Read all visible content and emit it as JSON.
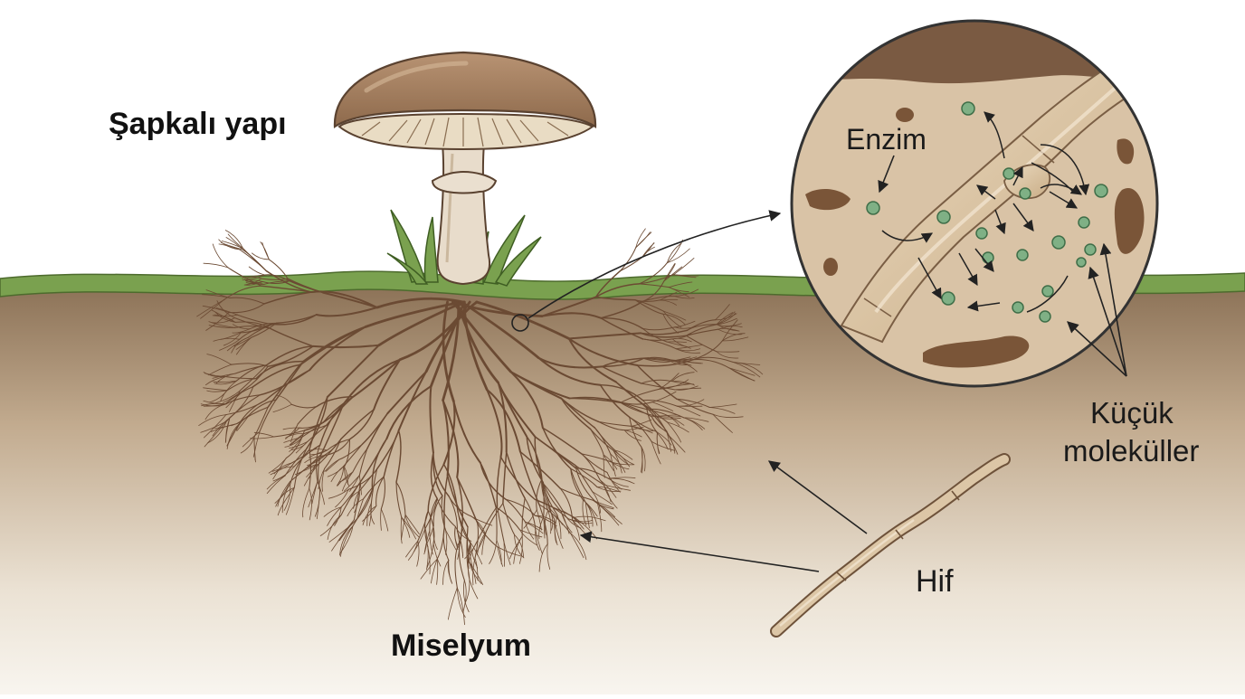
{
  "labels": {
    "cap_structure": "Şapkalı yapı",
    "mycelium": "Miselyum",
    "hypha": "Hif",
    "enzyme": "Enzim",
    "small_molecules_line1": "Küçük",
    "small_molecules_line2": "moleküller"
  },
  "colors": {
    "soil_top": "#8a7055",
    "soil_bottom": "#f7f3ec",
    "grass": "#7aa14f",
    "cap": "#a27c5c",
    "stem": "#e8dccb",
    "hypha": "#d9c3a2",
    "mycelium": "#6b4a33",
    "molecule": "#7fb085"
  }
}
